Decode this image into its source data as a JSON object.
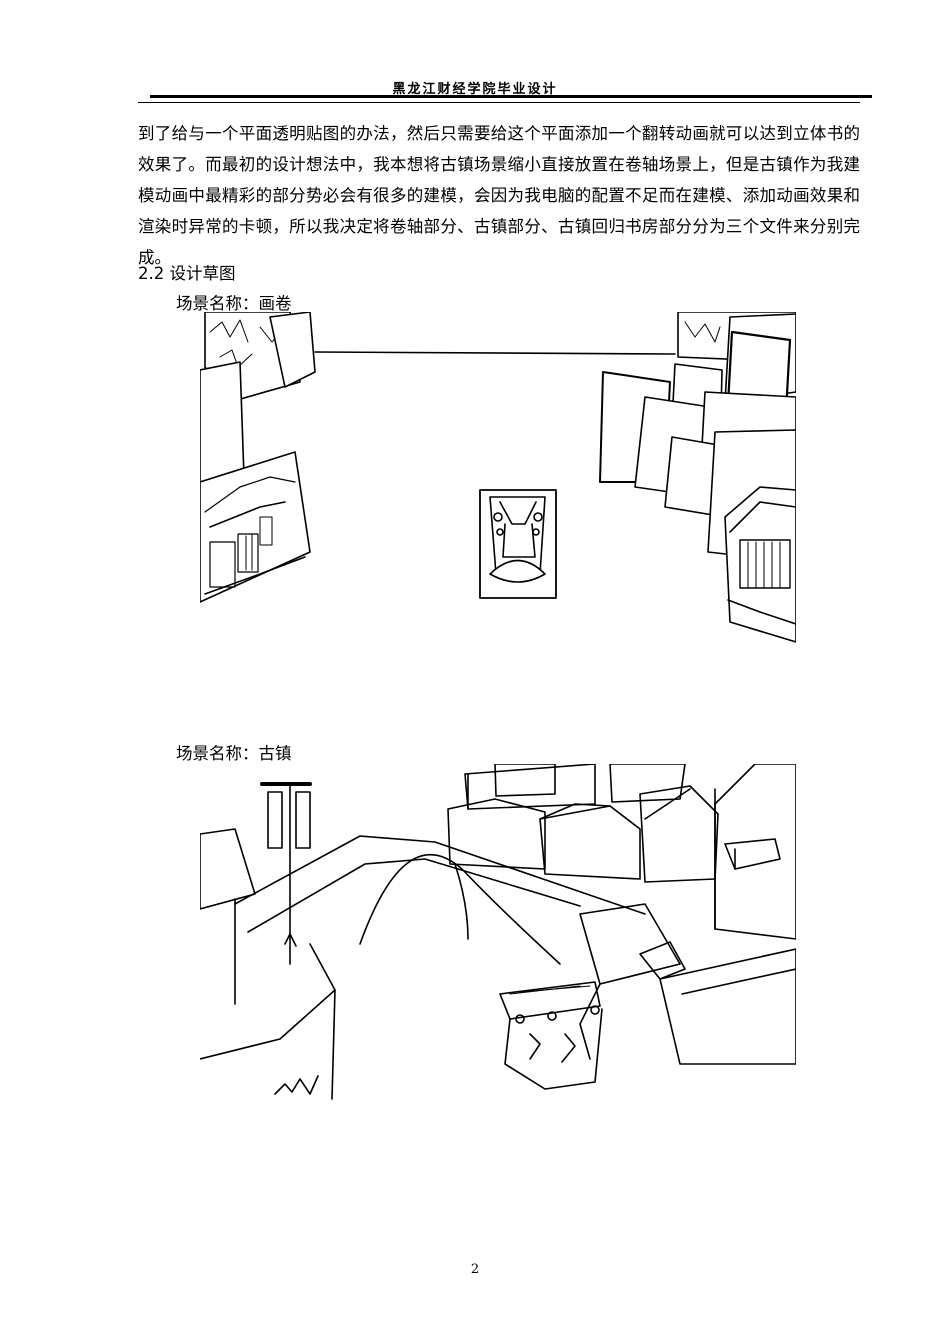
{
  "header": {
    "title": "黑龙江财经学院毕业设计"
  },
  "body": {
    "paragraph": "到了给与一个平面透明贴图的办法，然后只需要给这个平面添加一个翻转动画就可以达到立体书的效果了。而最初的设计想法中，我本想将古镇场景缩小直接放置在卷轴场景上，但是古镇作为我建模动画中最精彩的部分势必会有很多的建模，会因为我电脑的配置不足而在建模、添加动画效果和渲染时异常的卡顿，所以我决定将卷轴部分、古镇部分、古镇回归书房部分分为三个文件来分别完成。"
  },
  "section": {
    "heading": "2.2 设计草图"
  },
  "figures": [
    {
      "caption": "场景名称：画卷"
    },
    {
      "caption": "场景名称：古镇"
    }
  ],
  "footer": {
    "page_number": "2"
  }
}
